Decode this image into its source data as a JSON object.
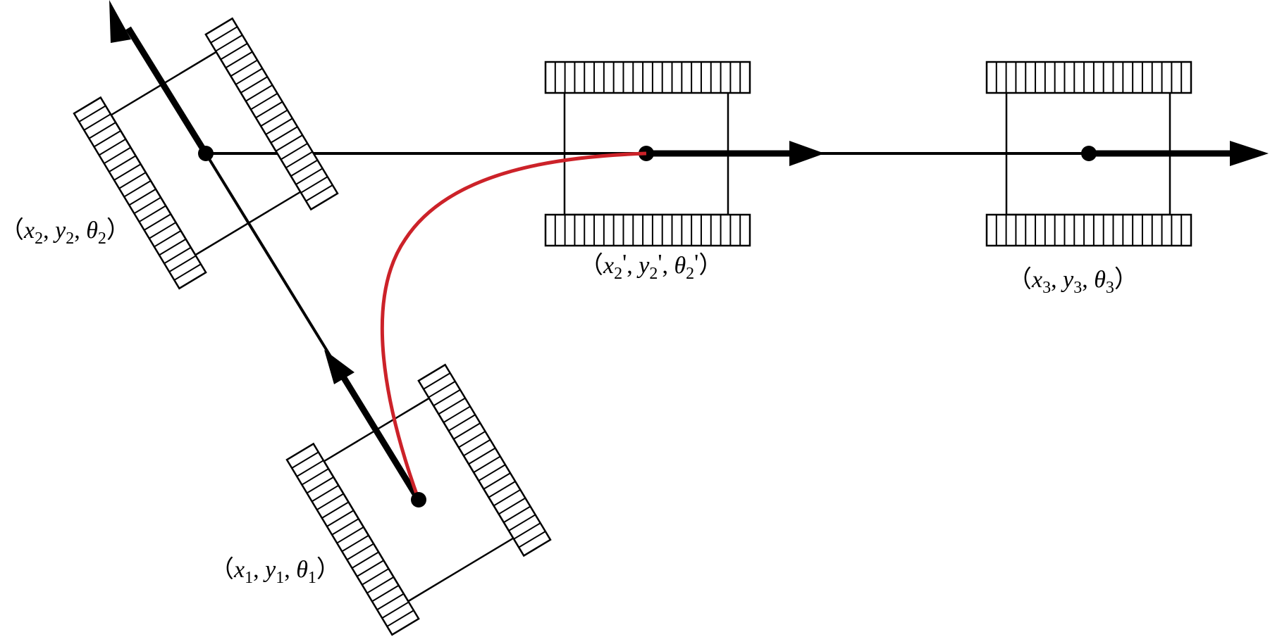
{
  "labels": {
    "pose1": {
      "x": "x",
      "x_sub": "1",
      "y": "y",
      "y_sub": "1",
      "theta": "θ",
      "theta_sub": "1"
    },
    "pose2": {
      "x": "x",
      "x_sub": "2",
      "y": "y",
      "y_sub": "2",
      "theta": "θ",
      "theta_sub": "2"
    },
    "pose2p": {
      "x": "x",
      "x_sub": "2",
      "y": "y",
      "y_sub": "2",
      "theta": "θ",
      "theta_sub": "2",
      "prime": "'"
    },
    "pose3": {
      "x": "x",
      "x_sub": "3",
      "y": "y",
      "y_sub": "3",
      "theta": "θ",
      "theta_sub": "3"
    },
    "open": "（",
    "close": "）",
    "sep": ", "
  },
  "colors": {
    "line": "#000000",
    "path": "#cc2229"
  }
}
